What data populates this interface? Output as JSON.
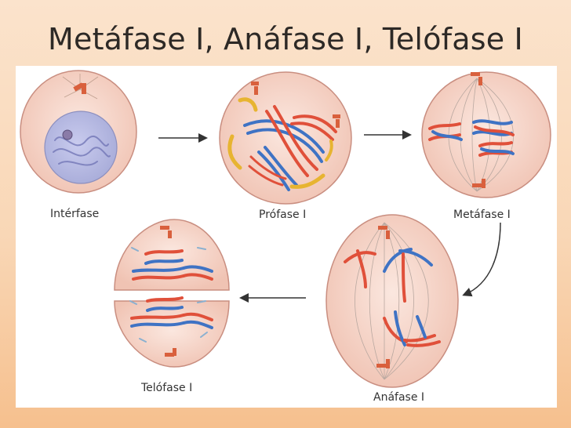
{
  "title": "Metáfase I, Anáfase I, Telófase I",
  "stages": {
    "interphase": "Intérfase",
    "prophase": "Prófase I",
    "metaphase": "Metáfase I",
    "anaphase": "Anáfase I",
    "telophase": "Telófase I"
  },
  "colors": {
    "background_top": "#fbe3cc",
    "background_bottom": "#f6c08e",
    "cell_fill": "#f3d2c4",
    "cell_stroke": "#c98e80",
    "chromosome_red": "#e0503a",
    "chromosome_blue": "#3f73c4",
    "chromosome_yellow": "#e7b431",
    "nucleus_fill": "#b8bbe2"
  }
}
